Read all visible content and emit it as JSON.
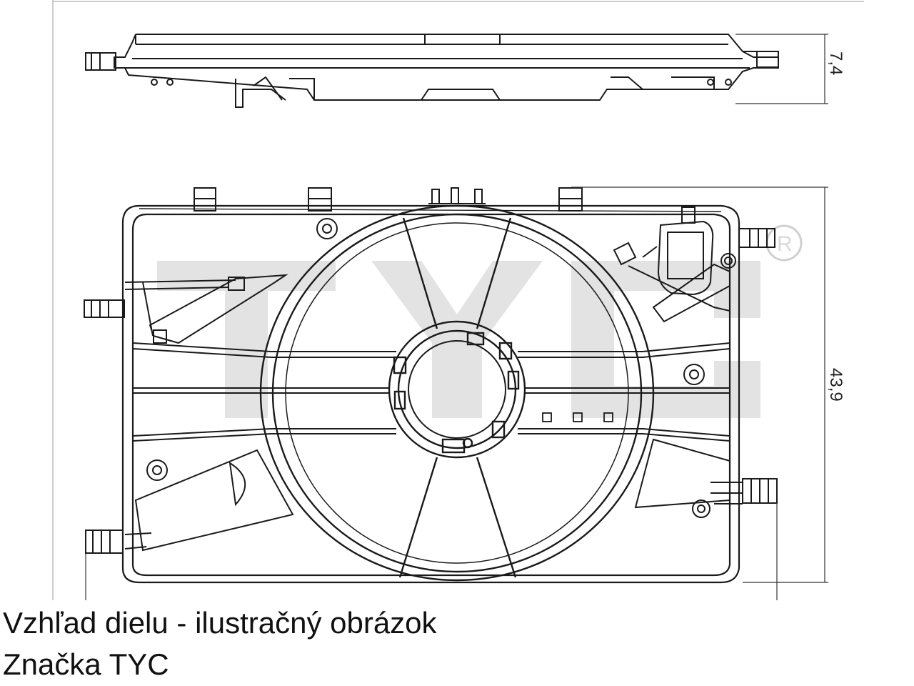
{
  "drawing": {
    "dimensions": {
      "thickness": "7,4",
      "height": "43,9"
    },
    "watermark": {
      "brand": "TYC",
      "registered_mark": "R"
    },
    "colors": {
      "line": "#1a1a1a",
      "watermark": "#dcdcdc",
      "background": "#ffffff"
    }
  },
  "caption": {
    "line1": "Vzhľad dielu - ilustračný obrázok",
    "line2": "Značka TYC"
  }
}
